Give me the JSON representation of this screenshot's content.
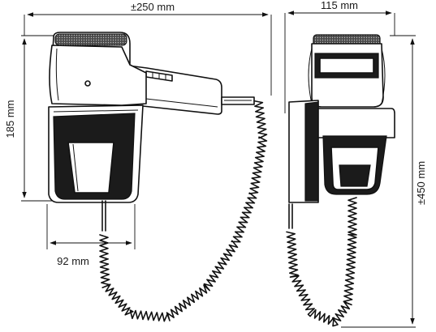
{
  "dimensions": {
    "width_label": "±250 mm",
    "depth_label": "115 mm",
    "height_label": "185 mm",
    "holder_width_label": "92 mm",
    "cord_length_label": "±450 mm"
  },
  "colors": {
    "ink": "#111111",
    "dark_fill": "#1b1b1b",
    "background": "#ffffff"
  }
}
